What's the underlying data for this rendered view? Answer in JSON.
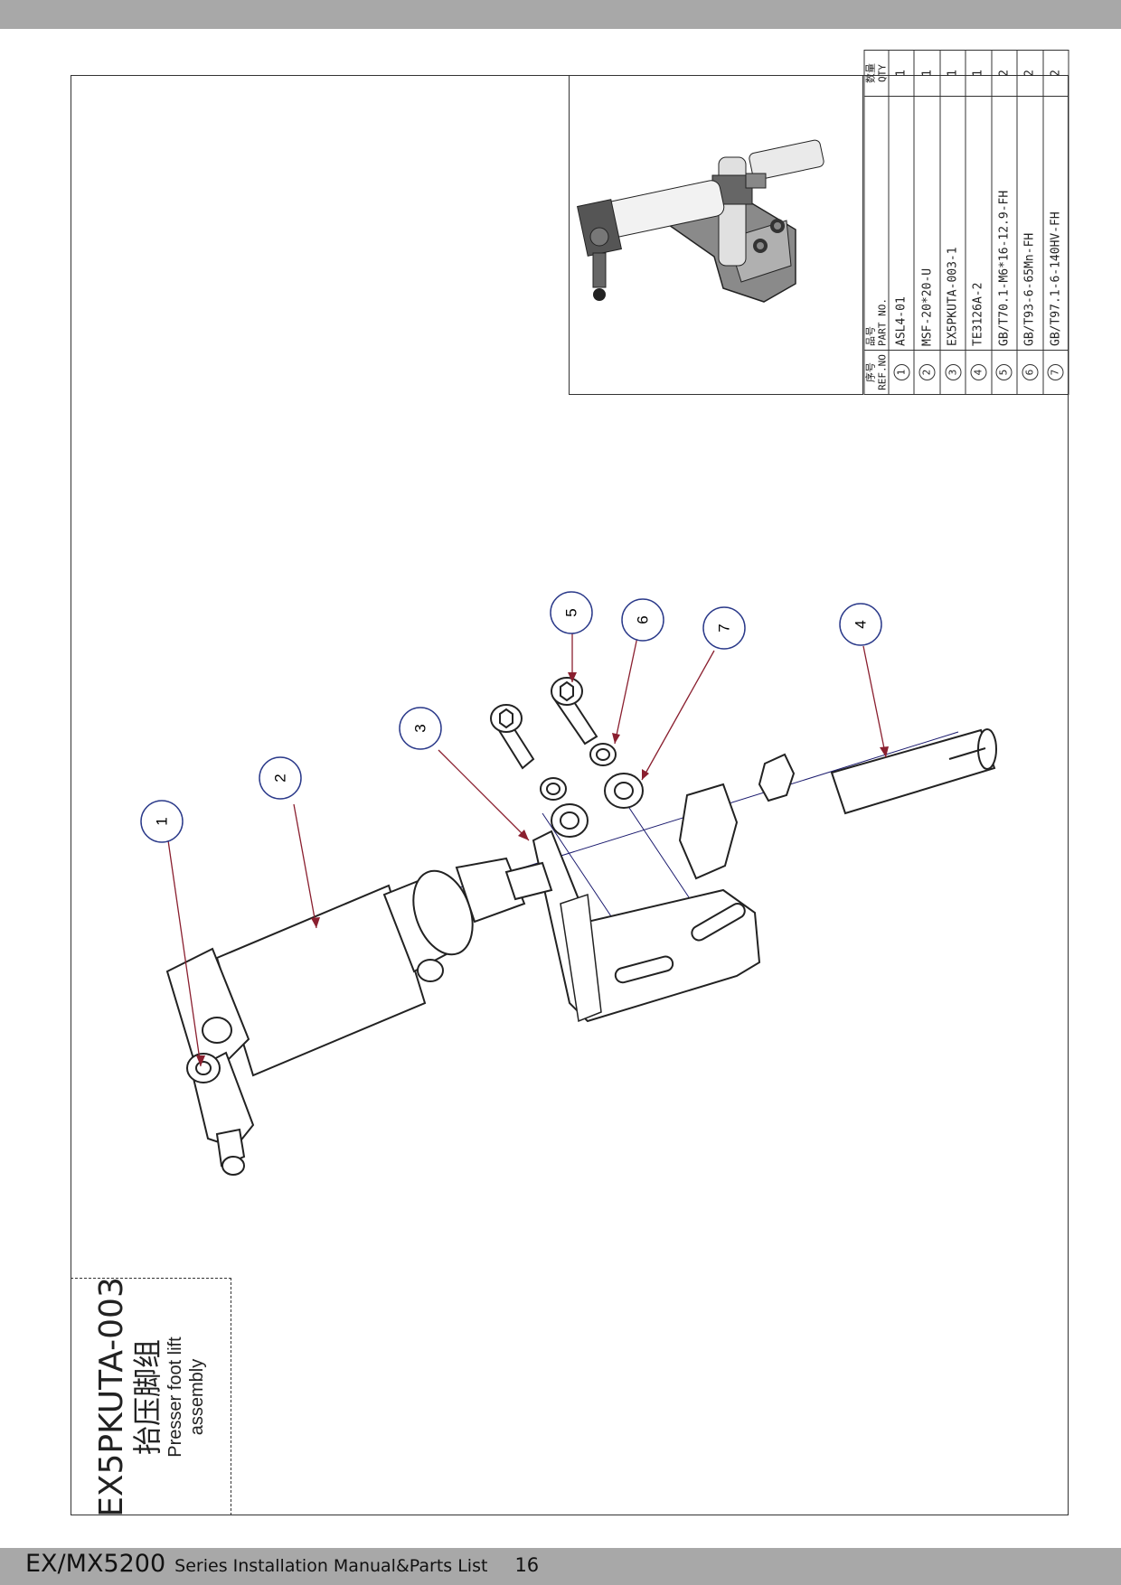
{
  "footer": {
    "model": "EX/MX5200",
    "description": "Series  Installation Manual&Parts List",
    "page_number": "16"
  },
  "title_block": {
    "code": "EX5PKUTA-003",
    "name_cn": "抬压脚组",
    "name_en_line1": "Presser foot lift",
    "name_en_line2": "assembly"
  },
  "bom": {
    "headers": {
      "ref_cn": "序号",
      "ref_en": "REF.NO",
      "part_cn": "品号",
      "part_en": "PART NO.",
      "qty_cn": "数量",
      "qty_en": "QTY"
    },
    "rows": [
      {
        "ref": "1",
        "part": "ASL4-01",
        "qty": "1"
      },
      {
        "ref": "2",
        "part": "MSF-20*20-U",
        "qty": "1"
      },
      {
        "ref": "3",
        "part": "EX5PKUTA-003-1",
        "qty": "1"
      },
      {
        "ref": "4",
        "part": "TE3126A-2",
        "qty": "1"
      },
      {
        "ref": "5",
        "part": "GB/T70.1-M6*16-12.9-FH",
        "qty": "2"
      },
      {
        "ref": "6",
        "part": "GB/T93-6-65Mn-FH",
        "qty": "2"
      },
      {
        "ref": "7",
        "part": "GB/T97.1-6-140HV-FH",
        "qty": "2"
      }
    ]
  },
  "callouts": [
    "1",
    "2",
    "3",
    "4",
    "5",
    "6",
    "7"
  ],
  "colors": {
    "band": "#a8a8a8",
    "callout_circle": "#2b3a8a",
    "leader_line": "#8a1f2f",
    "axis_line": "#1a1a6e"
  }
}
